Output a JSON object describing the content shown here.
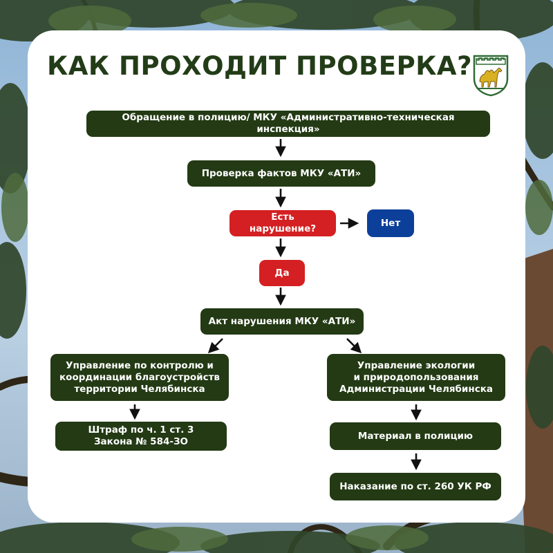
{
  "title": "КАК ПРОХОДИТ ПРОВЕРКА?",
  "emblem_icon": "chelyabinsk-coat-of-arms-camel",
  "colors": {
    "title": "#233c18",
    "step": "#233a14",
    "decision": "#d42022",
    "no_branch": "#0c3f99",
    "card": "#ffffff"
  },
  "flow": {
    "step1": "Обращение в полицию/ МКУ «Административно-техническая инспекция»",
    "step2": "Проверка фактов МКУ «АТИ»",
    "question": "Есть нарушение?",
    "no": "Нет",
    "yes": "Да",
    "act": "Акт нарушения МКУ «АТИ»",
    "left_branch": {
      "dept": [
        "Управление по контролю и",
        "координации благоустройств",
        "территории Челябинска"
      ],
      "result": [
        "Штраф по ч. 1 ст. 3",
        "Закона № 584-ЗО"
      ]
    },
    "right_branch": {
      "dept": [
        "Управление экологии",
        "и природопользования",
        "Администрации Челябинска"
      ],
      "step": "Материал в полицию",
      "result": "Наказание по ст. 260 УК РФ"
    }
  }
}
